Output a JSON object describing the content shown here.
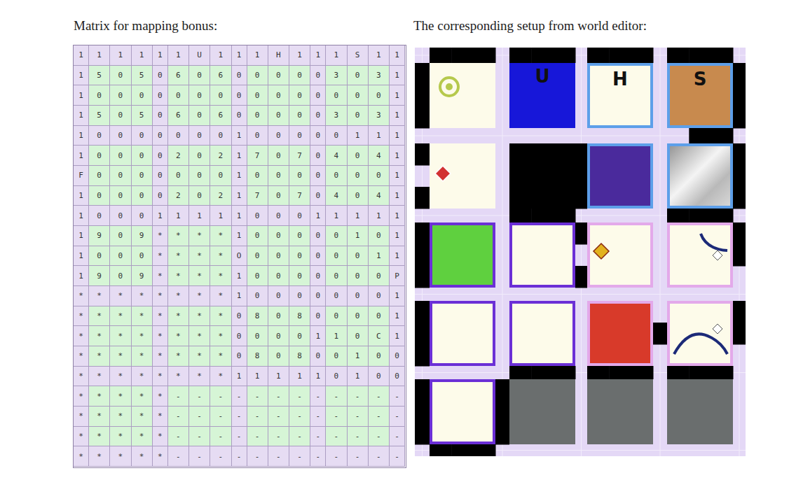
{
  "diagram": {
    "nodes": [
      {
        "text": [
          "U"
        ]
      },
      {
        "text": [
          "H"
        ]
      },
      {
        "text": [
          "S"
        ]
      }
    ],
    "labels": [
      "Matrix for mapping bonus:",
      "The corresponding setup from world editor:",
      "1",
      "1",
      "1",
      "1",
      "1",
      "1",
      "U",
      "1",
      "1",
      "1",
      "H",
      "1",
      "1",
      "1",
      "S",
      "1",
      "1",
      "1",
      "5",
      "0",
      "5",
      "0",
      "6",
      "0",
      "6",
      "0",
      "0",
      "0",
      "0",
      "0",
      "3",
      "0",
      "3",
      "1",
      "1",
      "0",
      "0",
      "0",
      "0",
      "0",
      "0",
      "0",
      "0",
      "0",
      "0",
      "0",
      "0",
      "0",
      "0",
      "0",
      "1",
      "1",
      "5",
      "0",
      "5",
      "0",
      "6",
      "0",
      "6",
      "0",
      "0",
      "0",
      "0",
      "0",
      "3",
      "0",
      "3",
      "1",
      "1",
      "0",
      "0",
      "0",
      "0",
      "0",
      "0",
      "0",
      "1",
      "0",
      "0",
      "0",
      "0",
      "0",
      "1",
      "1",
      "1",
      "1",
      "0",
      "0",
      "0",
      "0",
      "2",
      "0",
      "2",
      "1",
      "7",
      "0",
      "7",
      "0",
      "4",
      "0",
      "4",
      "1",
      "F",
      "0",
      "0",
      "0",
      "0",
      "0",
      "0",
      "0",
      "1",
      "0",
      "0",
      "0",
      "0",
      "0",
      "0",
      "0",
      "1",
      "1",
      "0",
      "0",
      "0",
      "0",
      "2",
      "0",
      "2",
      "1",
      "7",
      "0",
      "7",
      "0",
      "4",
      "0",
      "4",
      "1",
      "1",
      "0",
      "0",
      "0",
      "1",
      "1",
      "1",
      "1",
      "1",
      "0",
      "0",
      "0",
      "1",
      "1",
      "1",
      "1",
      "1",
      "1",
      "9",
      "0",
      "9",
      "*",
      "*",
      "*",
      "*",
      "1",
      "0",
      "0",
      "0",
      "0",
      "0",
      "1",
      "0",
      "1",
      "1",
      "0",
      "0",
      "0",
      "*",
      "*",
      "*",
      "*",
      "O",
      "0",
      "0",
      "0",
      "0",
      "0",
      "0",
      "1",
      "1",
      "1",
      "9",
      "0",
      "9",
      "*",
      "*",
      "*",
      "*",
      "1",
      "0",
      "0",
      "0",
      "0",
      "0",
      "0",
      "0",
      "P",
      "*",
      "*",
      "*",
      "*",
      "*",
      "*",
      "*",
      "*",
      "1",
      "0",
      "0",
      "0",
      "0",
      "0",
      "0",
      "0",
      "1",
      "*",
      "*",
      "*",
      "*",
      "*",
      "*",
      "*",
      "*",
      "0",
      "8",
      "0",
      "8",
      "0",
      "0",
      "0",
      "0",
      "1",
      "*",
      "*",
      "*",
      "*",
      "*",
      "*",
      "*",
      "*",
      "0",
      "0",
      "0",
      "0",
      "1",
      "1",
      "0",
      "C",
      "1",
      "*",
      "*",
      "*",
      "*",
      "*",
      "*",
      "*",
      "*",
      "0",
      "8",
      "0",
      "8",
      "0",
      "0",
      "1",
      "0",
      "0",
      "*",
      "*",
      "*",
      "*",
      "*",
      "*",
      "*",
      "*",
      "1",
      "1",
      "1",
      "1",
      "1",
      "0",
      "1",
      "0",
      "0",
      "*",
      "*",
      "*",
      "*",
      "*",
      "-",
      "-",
      "-",
      "-",
      "-",
      "-",
      "-",
      "-",
      "-",
      "-",
      "-",
      "-",
      "*",
      "*",
      "*",
      "*",
      "*",
      "-",
      "-",
      "-",
      "-",
      "-",
      "-",
      "-",
      "-",
      "-",
      "-",
      "-",
      "-",
      "*",
      "*",
      "*",
      "*",
      "*",
      "-",
      "-",
      "-",
      "-",
      "-",
      "-",
      "-",
      "-",
      "-",
      "-",
      "-",
      "-",
      "*",
      "*",
      "*",
      "*",
      "*",
      "-",
      "-",
      "-",
      "-",
      "-",
      "-",
      "-",
      "-",
      "-",
      "-",
      "-",
      "-"
    ]
  }
}
